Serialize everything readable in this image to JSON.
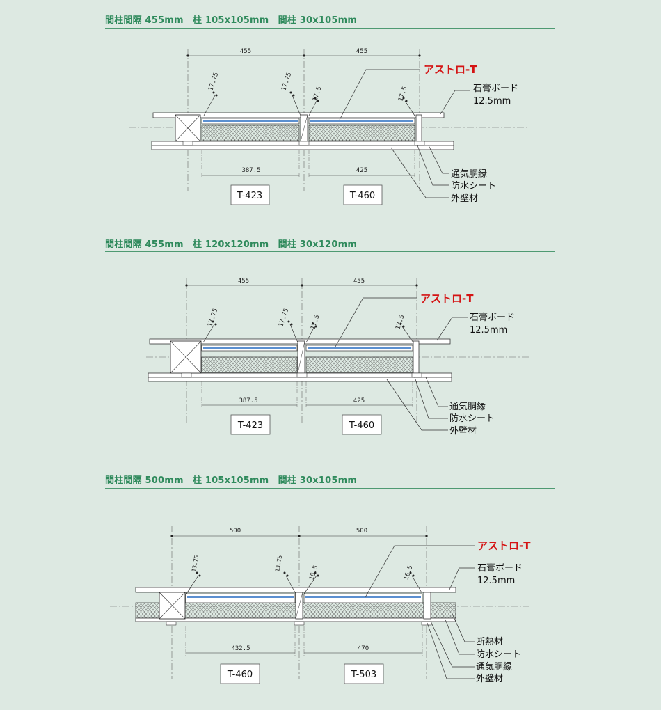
{
  "sections": [
    {
      "title": "間柱間隔 455mm　柱 105x105mm　間柱 30x105mm",
      "span_labels": [
        "455",
        "455"
      ],
      "clear_labels": [
        "387.5",
        "425"
      ],
      "offset_labels": [
        "17.75",
        "17.75",
        "17.5",
        "17.5"
      ],
      "product_label": "アストロ-T",
      "board_label_1": "石膏ボード",
      "board_label_2": "12.5mm",
      "layer_labels": [
        "通気胴縁",
        "防水シート",
        "外壁材"
      ],
      "product_types": [
        "T-423",
        "T-460"
      ]
    },
    {
      "title": "間柱間隔 455mm　柱 120x120mm　間柱 30x120mm",
      "span_labels": [
        "455",
        "455"
      ],
      "clear_labels": [
        "387.5",
        "425"
      ],
      "offset_labels": [
        "17.75",
        "17.75",
        "17.5",
        "17.5"
      ],
      "product_label": "アストロ-T",
      "board_label_1": "石膏ボード",
      "board_label_2": "12.5mm",
      "layer_labels": [
        "通気胴縁",
        "防水シート",
        "外壁材"
      ],
      "product_types": [
        "T-423",
        "T-460"
      ]
    },
    {
      "title": "間柱間隔 500mm　柱 105x105mm　間柱 30x105mm",
      "span_labels": [
        "500",
        "500"
      ],
      "clear_labels": [
        "432.5",
        "470"
      ],
      "offset_labels": [
        "13.75",
        "13.75",
        "16.5",
        "16.5"
      ],
      "product_label": "アストロ-T",
      "board_label_1": "石膏ボード",
      "board_label_2": "12.5mm",
      "layer_labels": [
        "断熱材",
        "防水シート",
        "通気胴縁",
        "外壁材"
      ],
      "product_types": [
        "T-460",
        "T-503"
      ]
    }
  ]
}
